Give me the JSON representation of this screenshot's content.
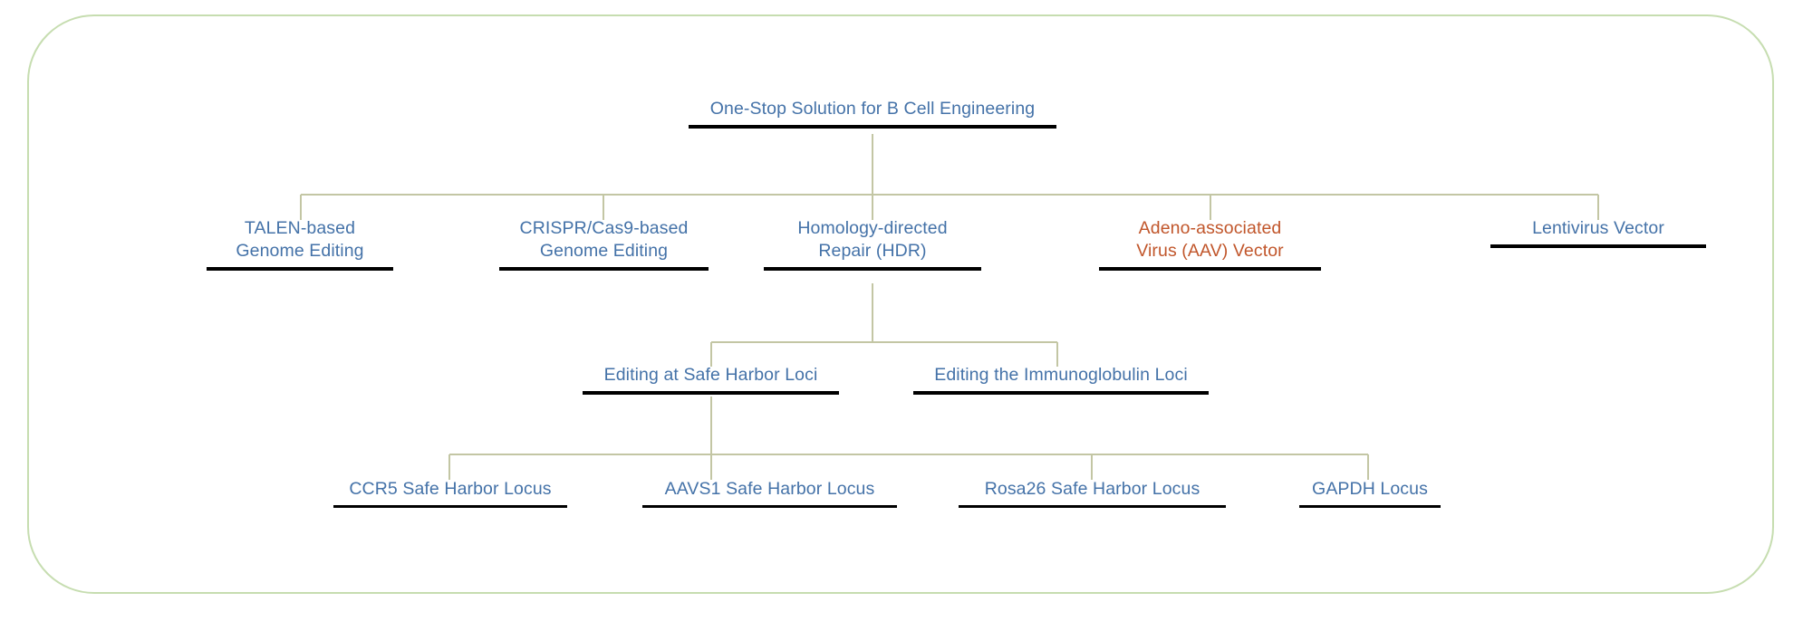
{
  "page": {
    "title": "One-Stop Solution for B Cell Engineering",
    "type": "hierarchy-diagram",
    "frame_color": "#c6ddb0",
    "connector_color": "#c3c6a4",
    "node_text_color": "#4472a8",
    "accent_text_color": "#c1562b",
    "rule_color": "#000000",
    "background_color": "#ffffff"
  },
  "tree": {
    "root": {
      "id": "root",
      "label": "One-Stop Solution for B Cell Engineering",
      "color": "#4472a8"
    },
    "level2": [
      {
        "id": "talen",
        "label": "TALEN-based\nGenome Editing",
        "color": "#4472a8"
      },
      {
        "id": "crispr",
        "label": "CRISPR/Cas9-based\nGenome Editing",
        "color": "#4472a8"
      },
      {
        "id": "hdr",
        "label": "Homology-directed\nRepair (HDR)",
        "color": "#4472a8"
      },
      {
        "id": "aav",
        "label": "Adeno-associated\nVirus (AAV) Vector",
        "color": "#c1562b"
      },
      {
        "id": "lentivirus",
        "label": "Lentivirus Vector",
        "color": "#4472a8"
      }
    ],
    "level3": [
      {
        "id": "safe-harbor",
        "label": "Editing at Safe Harbor Loci",
        "color": "#4472a8",
        "parent": "hdr"
      },
      {
        "id": "ig-loci",
        "label": "Editing the Immunoglobulin Loci",
        "color": "#4472a8",
        "parent": "hdr"
      }
    ],
    "level4": [
      {
        "id": "ccr5",
        "label": "CCR5 Safe Harbor Locus",
        "color": "#4472a8",
        "parent": "safe-harbor"
      },
      {
        "id": "aavs1",
        "label": "AAVS1 Safe Harbor Locus",
        "color": "#4472a8",
        "parent": "safe-harbor"
      },
      {
        "id": "rosa26",
        "label": "Rosa26 Safe Harbor Locus",
        "color": "#4472a8",
        "parent": "safe-harbor"
      },
      {
        "id": "gapdh",
        "label": "GAPDH Locus",
        "color": "#4472a8",
        "parent": "safe-harbor"
      }
    ]
  }
}
